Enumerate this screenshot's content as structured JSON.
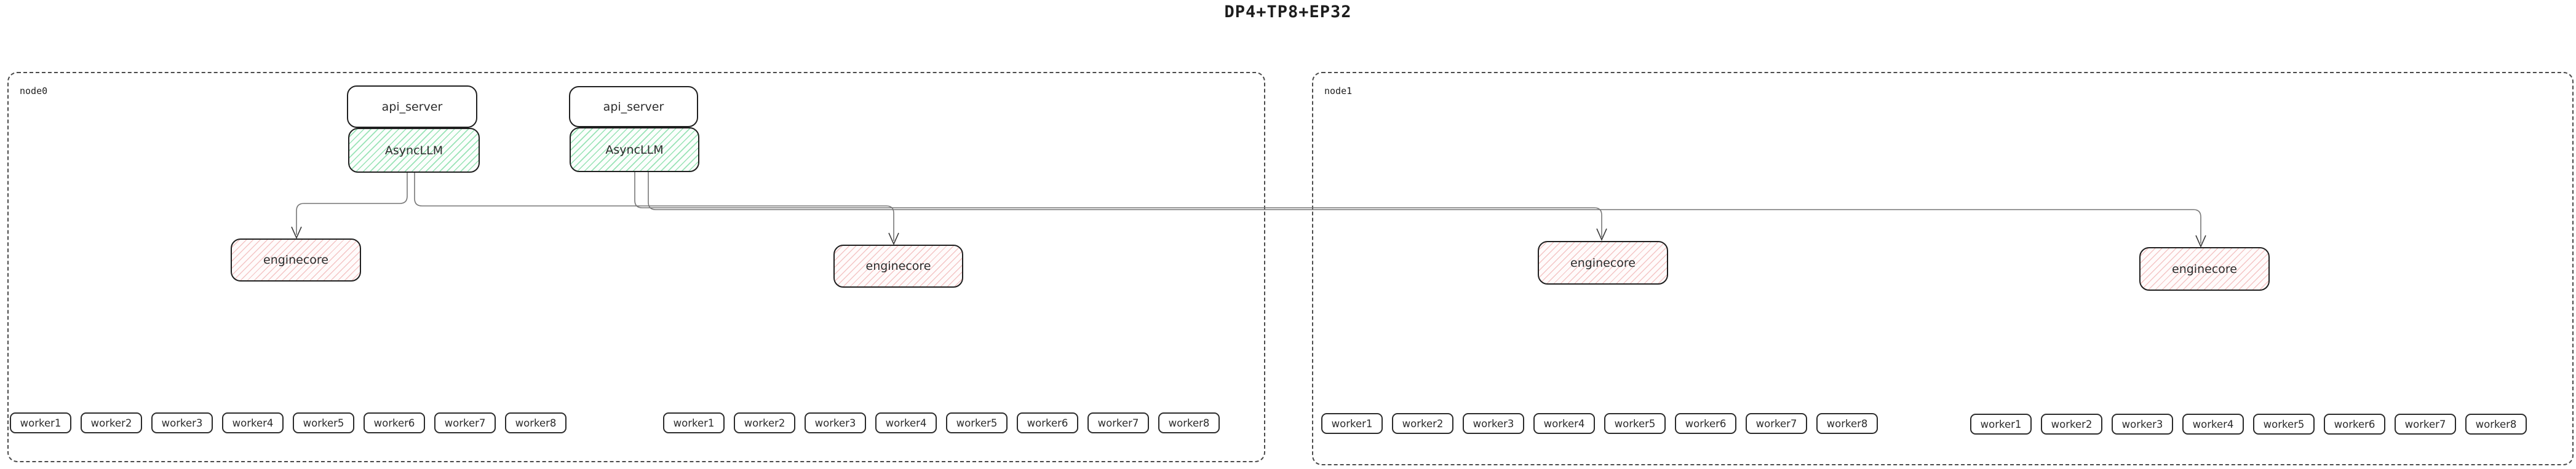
{
  "title": "DP4+TP8+EP32",
  "colors": {
    "asyncllm_hatch": "#78da9e",
    "enginecore_hatch": "#eea8a8",
    "box_border": "#1f1f1f",
    "node_border": "#4a4a4a",
    "edge": "#777777"
  },
  "nodes": [
    {
      "label": "node0",
      "api_servers": [
        {
          "api_server_label": "api_server",
          "asyncllm_label": "AsyncLLM"
        },
        {
          "api_server_label": "api_server",
          "asyncllm_label": "AsyncLLM"
        }
      ],
      "enginecores": [
        "enginecore",
        "enginecore"
      ],
      "worker_groups": [
        [
          "worker1",
          "worker2",
          "worker3",
          "worker4",
          "worker5",
          "worker6",
          "worker7",
          "worker8"
        ],
        [
          "worker1",
          "worker2",
          "worker3",
          "worker4",
          "worker5",
          "worker6",
          "worker7",
          "worker8"
        ]
      ]
    },
    {
      "label": "node1",
      "api_servers": [],
      "enginecores": [
        "enginecore",
        "enginecore"
      ],
      "worker_groups": [
        [
          "worker1",
          "worker2",
          "worker3",
          "worker4",
          "worker5",
          "worker6",
          "worker7",
          "worker8"
        ],
        [
          "worker1",
          "worker2",
          "worker3",
          "worker4",
          "worker5",
          "worker6",
          "worker7",
          "worker8"
        ]
      ]
    }
  ]
}
